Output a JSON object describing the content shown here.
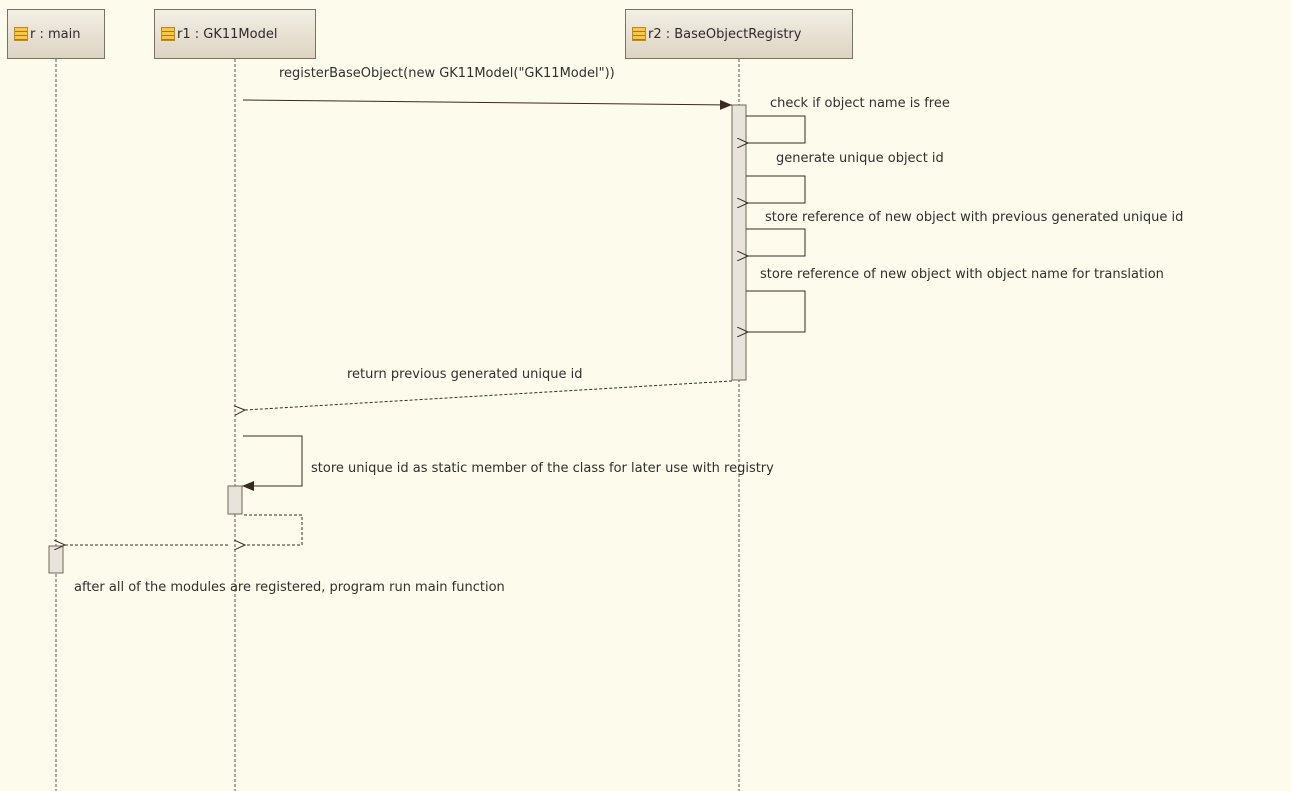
{
  "lifelines": [
    {
      "name": "r : main"
    },
    {
      "name": "r1 : GK11Model"
    },
    {
      "name": "r2 : BaseObjectRegistry"
    }
  ],
  "messages": {
    "register": "registerBaseObject(new GK11Model(\"GK11Model\"))",
    "check_name": "check if object name is free",
    "generate_id": "generate unique object id",
    "store_ref_id": "store reference of new object with previous generated unique id",
    "store_ref_name": "store reference of new object with object name for translation",
    "return_id": "return previous generated unique id",
    "store_static": "store unique id as static member of the class for later use with registry",
    "after_register": "after all of the modules are registered, program run main function"
  }
}
